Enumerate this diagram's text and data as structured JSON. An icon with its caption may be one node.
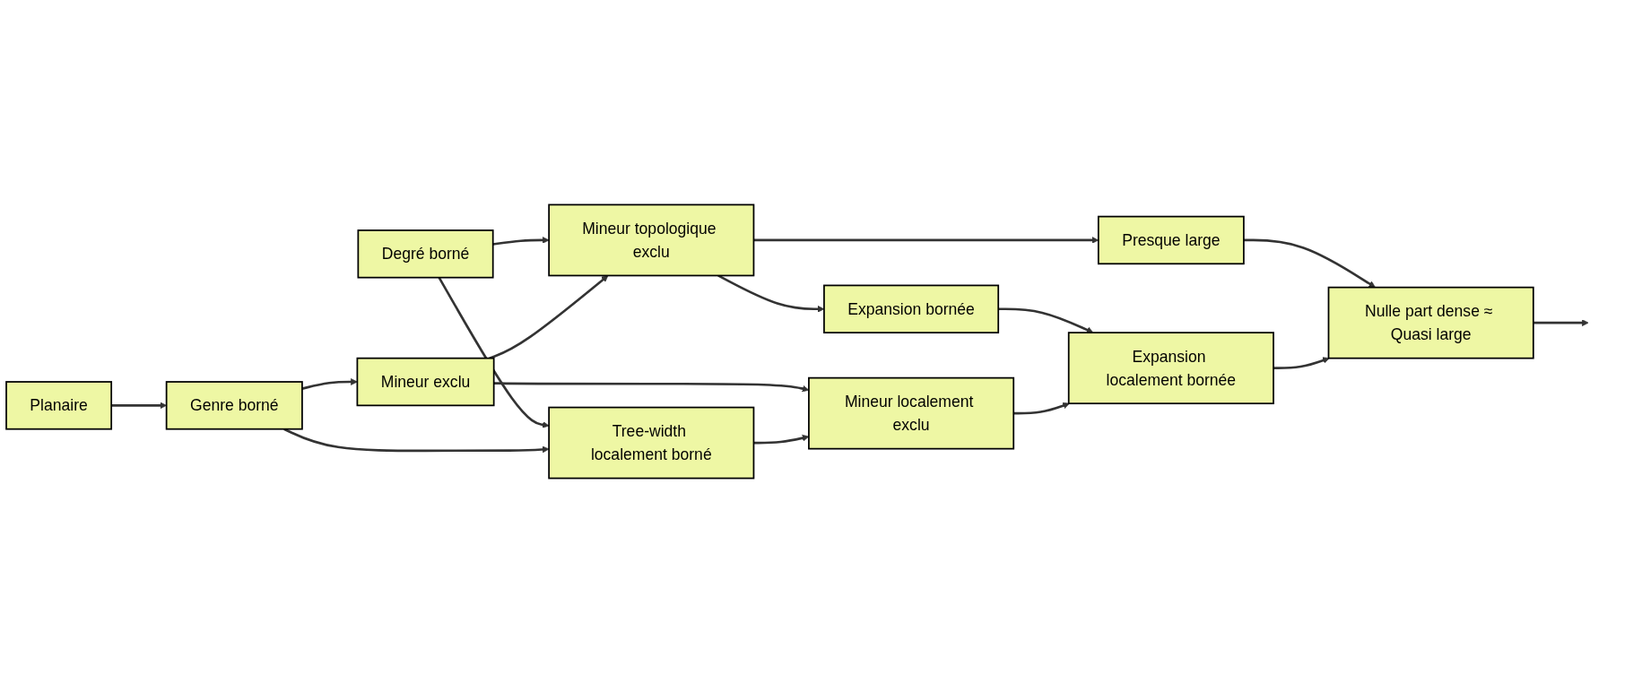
{
  "diagram": {
    "nodes": [
      {
        "text": [
          "Degré borné"
        ]
      },
      {
        "text": [
          "Mineur topologique exclu"
        ]
      },
      {
        "text": [
          "Planaire"
        ]
      },
      {
        "text": [
          "Genre borné"
        ]
      },
      {
        "text": [
          "Mineur exclu"
        ]
      },
      {
        "text": [
          "Expansion bornée"
        ]
      },
      {
        "text": [
          "Presque large"
        ]
      },
      {
        "text": [
          "Tree-width localement borné"
        ]
      },
      {
        "text": [
          "Mineur localement exclu"
        ]
      },
      {
        "text": [
          "Expansion localement bornée"
        ]
      },
      {
        "text": [
          "Nulle part dense ≈ Quasi large"
        ]
      }
    ],
    "edges": [
      {
        "from": 0,
        "to": 1,
        "arrow": "to"
      },
      {
        "from": 0,
        "to": 7,
        "arrow": "to"
      },
      {
        "from": 2,
        "to": 3,
        "arrow": "to"
      },
      {
        "from": 3,
        "to": 4,
        "arrow": "to"
      },
      {
        "from": 4,
        "to": 1,
        "arrow": "to"
      },
      {
        "from": 3,
        "to": 7,
        "arrow": "to"
      },
      {
        "from": 4,
        "to": 8,
        "arrow": "to"
      },
      {
        "from": 1,
        "to": 5,
        "arrow": "to"
      },
      {
        "from": 5,
        "to": 9,
        "arrow": "to"
      },
      {
        "from": 1,
        "to": 6,
        "arrow": "to"
      },
      {
        "from": 6,
        "to": 10,
        "arrow": "to"
      },
      {
        "from": 7,
        "to": 8,
        "arrow": "to"
      },
      {
        "from": 8,
        "to": 9,
        "arrow": "to"
      },
      {
        "from": 9,
        "to": 10,
        "arrow": "to"
      },
      {
        "from": 10,
        "to": null,
        "arrow": "to"
      }
    ]
  }
}
